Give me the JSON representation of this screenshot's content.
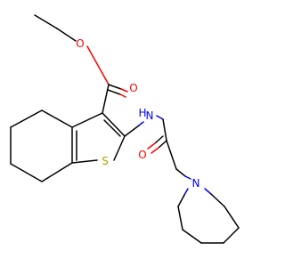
{
  "atoms": {
    "o_ester": {
      "label": "O",
      "color": "#ff0000"
    },
    "o_carbonyl_ester": {
      "label": "O",
      "color": "#ff0000"
    },
    "nh": {
      "label": "H",
      "color": "#0000ff"
    },
    "n_amide": {
      "label": "N",
      "color": "#0000ff"
    },
    "o_amide": {
      "label": "O",
      "color": "#ff0000"
    },
    "s": {
      "label": "S",
      "color": "#b2a100"
    },
    "n_azepane": {
      "label": "N",
      "color": "#0000ff"
    }
  }
}
